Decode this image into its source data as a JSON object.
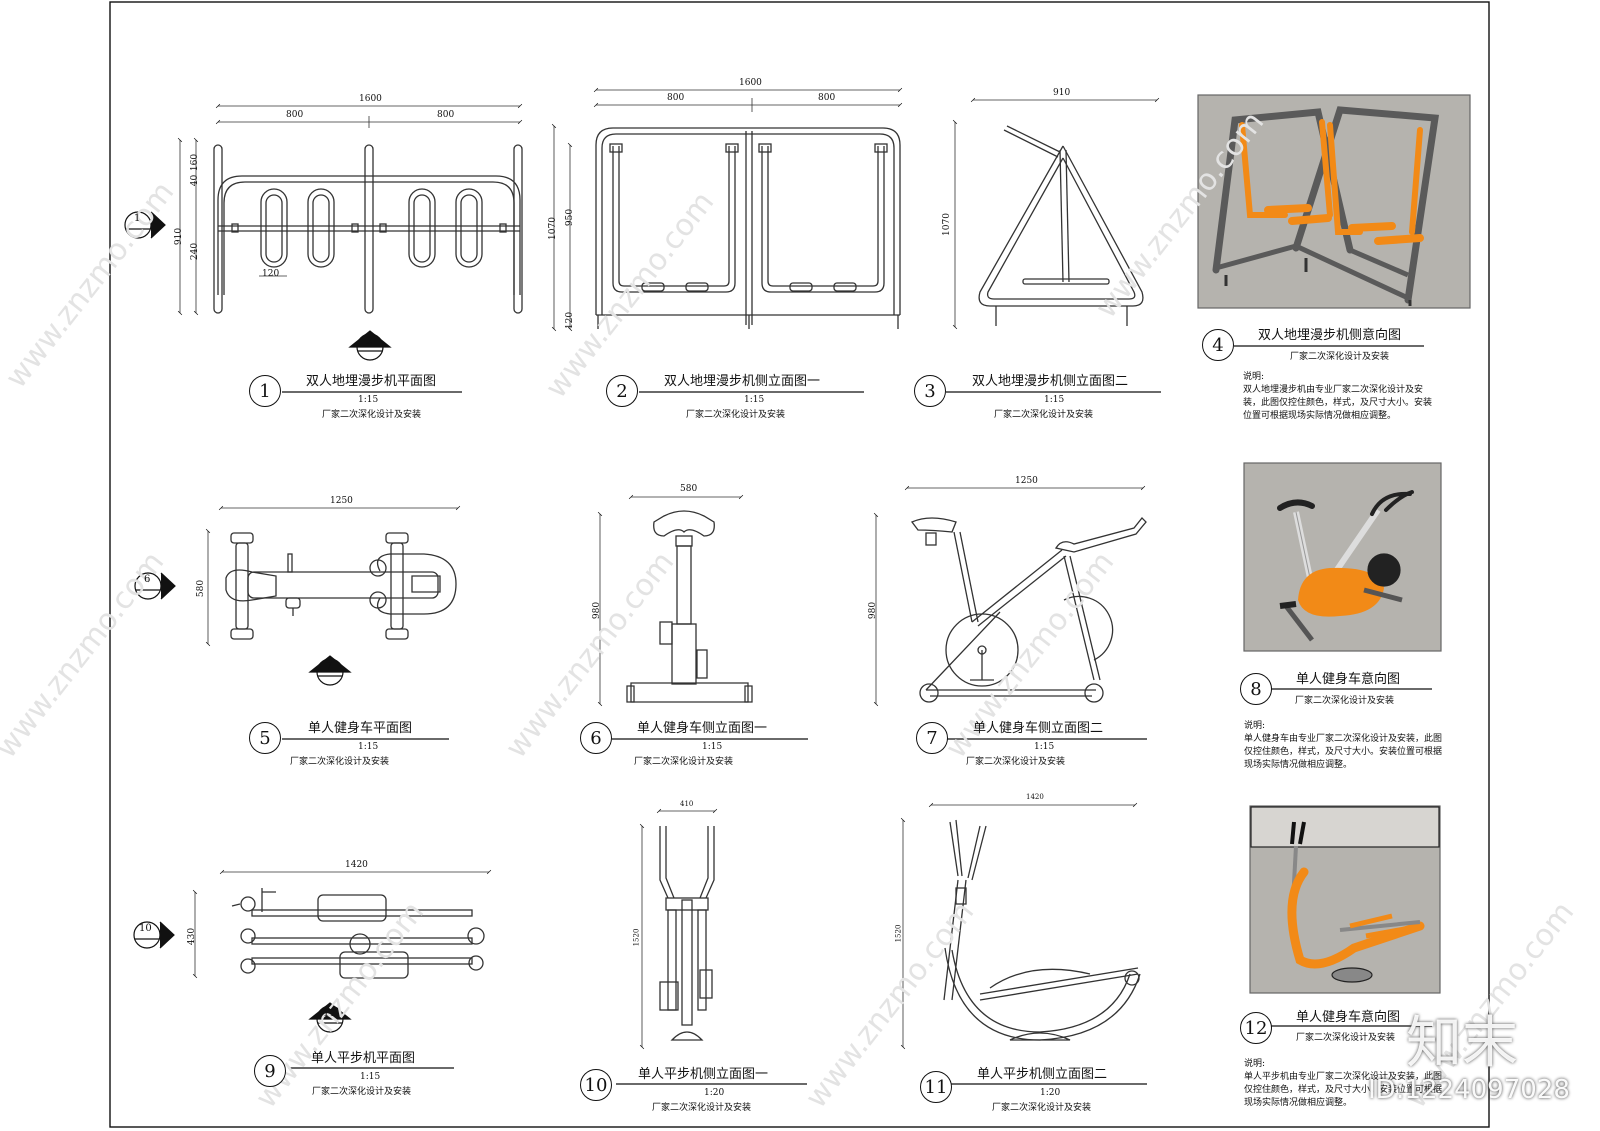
{
  "panels": [
    {
      "num": "1",
      "title": "双人地埋漫步机平面图",
      "scale": "1:15",
      "note": "厂家二次深化设计及安装"
    },
    {
      "num": "2",
      "title": "双人地埋漫步机侧立面图一",
      "scale": "1:15",
      "note": "厂家二次深化设计及安装"
    },
    {
      "num": "3",
      "title": "双人地埋漫步机侧立面图二",
      "scale": "1:15",
      "note": "厂家二次深化设计及安装"
    },
    {
      "num": "4",
      "title": "双人地埋漫步机侧意向图",
      "note": "厂家二次深化设计及安装",
      "desc_label": "说明:",
      "desc": "双人地埋漫步机由专业厂家二次深化设计及安装，此图仅控住颜色，样式，及尺寸大小。安装位置可根据现场实际情况做相应调整。"
    },
    {
      "num": "5",
      "title": "单人健身车平面图",
      "scale": "1:15",
      "note": "厂家二次深化设计及安装"
    },
    {
      "num": "6",
      "title": "单人健身车侧立面图一",
      "scale": "1:15",
      "note": "厂家二次深化设计及安装"
    },
    {
      "num": "7",
      "title": "单人健身车侧立面图二",
      "scale": "1:15",
      "note": "厂家二次深化设计及安装"
    },
    {
      "num": "8",
      "title": "单人健身车意向图",
      "note": "厂家二次深化设计及安装",
      "desc_label": "说明:",
      "desc": "单人健身车由专业厂家二次深化设计及安装，此图仅控住颜色，样式，及尺寸大小。安装位置可根据现场实际情况做相应调整。"
    },
    {
      "num": "9",
      "title": "单人平步机平面图",
      "scale": "1:15",
      "note": "厂家二次深化设计及安装"
    },
    {
      "num": "10",
      "title": "单人平步机侧立面图一",
      "scale": "1:20",
      "note": "厂家二次深化设计及安装"
    },
    {
      "num": "11",
      "title": "单人平步机侧立面图二",
      "scale": "1:20",
      "note": "厂家二次深化设计及安装"
    },
    {
      "num": "12",
      "title": "单人健身车意向图",
      "note": "厂家二次深化设计及安装",
      "desc_label": "说明:",
      "desc": "单人平步机由专业厂家二次深化设计及安装，此图仅控住颜色，样式，及尺寸大小。安装位置可根据现场实际情况做相应调整。"
    }
  ],
  "dimensions": {
    "d1600a": "1600",
    "d800a": "800",
    "d800b": "800",
    "d910a": "910",
    "d160": "160",
    "d40": "40",
    "d240": "240",
    "d120a": "120",
    "d1600b": "1600",
    "d800c": "800",
    "d800d": "800",
    "d1070a": "1070",
    "d950": "950",
    "d120b": "120",
    "d910b": "910",
    "d1070b": "1070",
    "d1250a": "1250",
    "d580a": "580",
    "d580b": "580",
    "d980a": "980",
    "d1250b": "1250",
    "d980b": "980",
    "d1420a": "1420",
    "d430": "430",
    "d410": "410",
    "d1520a": "1520",
    "d1420b": "1420",
    "d1520b": "1520"
  },
  "markers": {
    "m1": "1",
    "m2": "2",
    "m6": "6",
    "m7": "7",
    "m10": "10",
    "m11": "11"
  },
  "watermark_text": "www.znzmo.com",
  "brand": {
    "logo": "知末",
    "id": "ID:1224097028"
  },
  "colors": {
    "accent": "#f28a17",
    "frame": "#5a5a5a",
    "render_bg": "#b5b3ae"
  }
}
